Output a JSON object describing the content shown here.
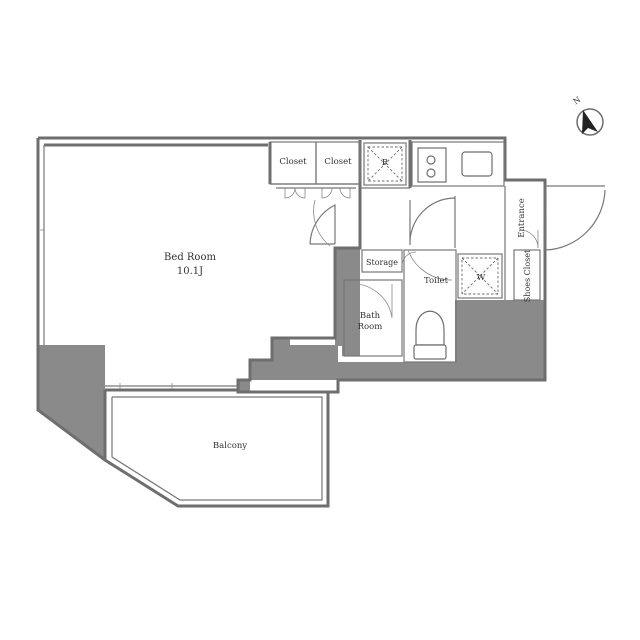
{
  "labels": {
    "bedroom_name": "Bed Room",
    "bedroom_size": "10.1J",
    "closet_1": "Closet",
    "closet_2": "Closet",
    "refrigerator": "R",
    "storage": "Storage",
    "toilet": "Toilet",
    "washer": "W",
    "bath_line1": "Bath",
    "bath_line2": "Room",
    "entrance": "Entrance",
    "shoes_closet": "Shoes Closet",
    "balcony": "Balcony",
    "north": "N"
  },
  "colors": {
    "wall": "#6e6e6e",
    "shaft_fill": "#8a8a8a",
    "background": "#ffffff"
  }
}
